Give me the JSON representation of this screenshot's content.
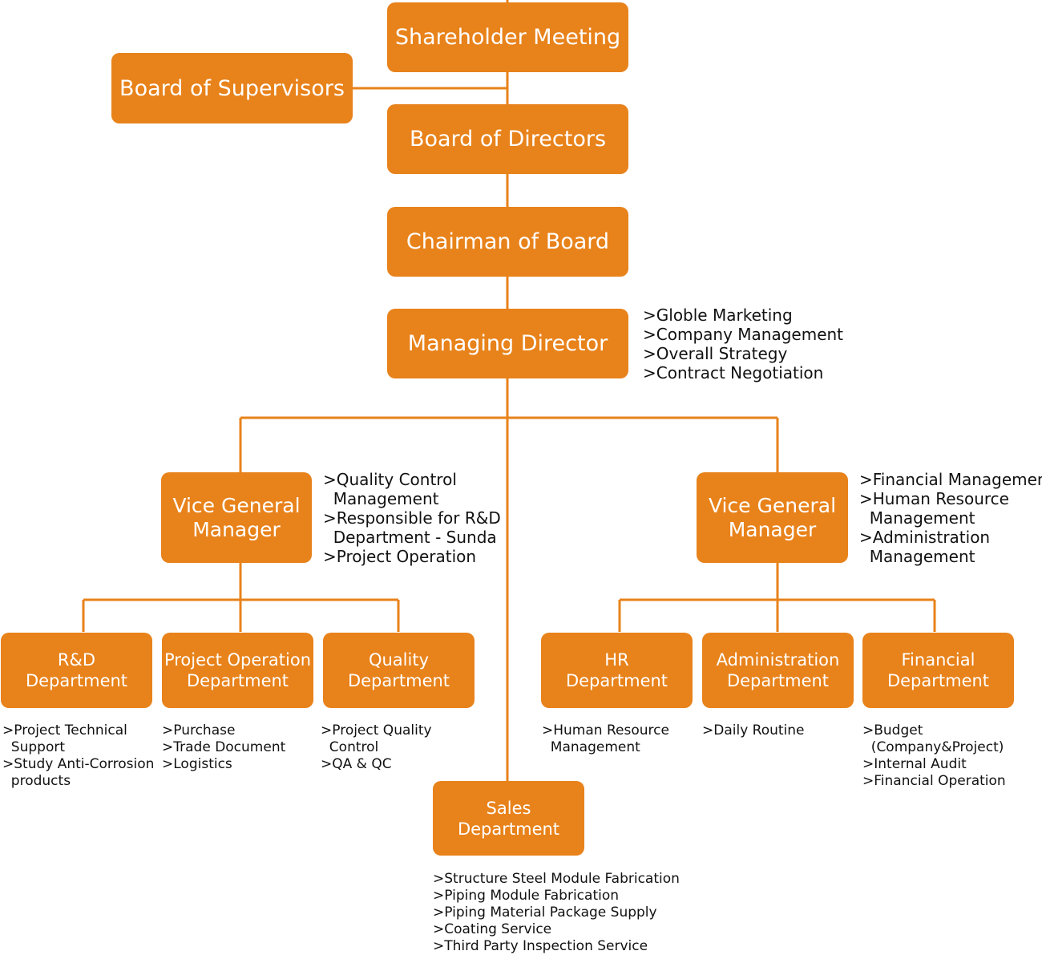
{
  "colors": {
    "box_fill": "#e8821a",
    "box_text": "#ffffff",
    "connector": "#e8821a",
    "note_text": "#111111"
  },
  "nodes": {
    "shareholder_meeting": "Shareholder Meeting",
    "board_of_supervisors": "Board of Supervisors",
    "board_of_directors": "Board of Directors",
    "chairman_of_board": "Chairman of Board",
    "managing_director": "Managing Director",
    "vgm_left": [
      "Vice General",
      "Manager"
    ],
    "vgm_right": [
      "Vice General",
      "Manager"
    ],
    "rd_department": [
      "R&D",
      "Department"
    ],
    "project_operation_department": [
      "Project Operation",
      "Department"
    ],
    "quality_department": [
      "Quality",
      "Department"
    ],
    "hr_department": [
      "HR",
      "Department"
    ],
    "administration_department": [
      "Administration",
      "Department"
    ],
    "financial_department": [
      "Financial",
      "Department"
    ],
    "sales_department": [
      "Sales",
      "Department"
    ]
  },
  "notes": {
    "managing_director": [
      ">Globle Marketing",
      ">Company Management",
      ">Overall Strategy",
      ">Contract Negotiation"
    ],
    "vgm_left": [
      ">Quality Control",
      "  Management",
      ">Responsible for R&D",
      "  Department - Sunda",
      ">Project Operation"
    ],
    "vgm_right": [
      ">Financial Management",
      ">Human Resource",
      "  Management",
      ">Administration",
      "  Management"
    ],
    "rd_department": [
      ">Project Technical",
      "  Support",
      ">Study Anti-Corrosion",
      "  products"
    ],
    "project_operation_department": [
      ">Purchase",
      ">Trade Document",
      ">Logistics"
    ],
    "quality_department": [
      ">Project Quality",
      "  Control",
      ">QA & QC"
    ],
    "hr_department": [
      ">Human Resource",
      "  Management"
    ],
    "administration_department": [
      ">Daily Routine"
    ],
    "financial_department": [
      ">Budget",
      "  (Company&Project)",
      ">Internal Audit",
      ">Financial Operation"
    ],
    "sales_department": [
      ">Structure Steel Module Fabrication",
      ">Piping Module Fabrication",
      ">Piping Material Package Supply",
      ">Coating Service",
      ">Third Party Inspection Service"
    ]
  }
}
